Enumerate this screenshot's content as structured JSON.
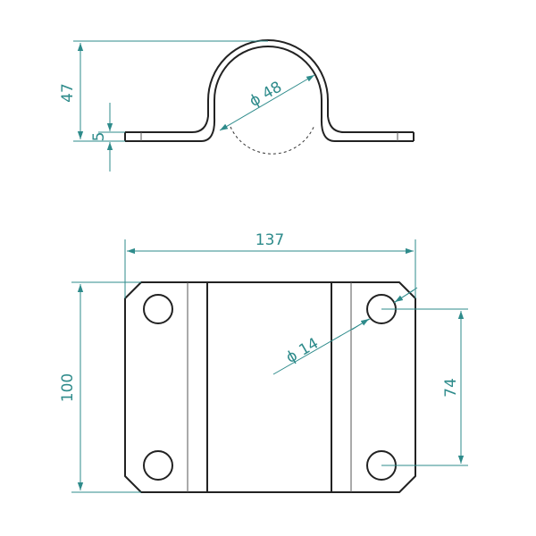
{
  "dimensions": {
    "side_height": "47",
    "flange_thickness": "5",
    "bore_diameter": "ϕ 48",
    "overall_width": "137",
    "overall_height": "100",
    "hole_diameter": "ϕ 14",
    "hole_spacing": "74"
  },
  "colors": {
    "part_line": "#222222",
    "dimension_line": "#2e8b8b",
    "background": "#ffffff"
  }
}
